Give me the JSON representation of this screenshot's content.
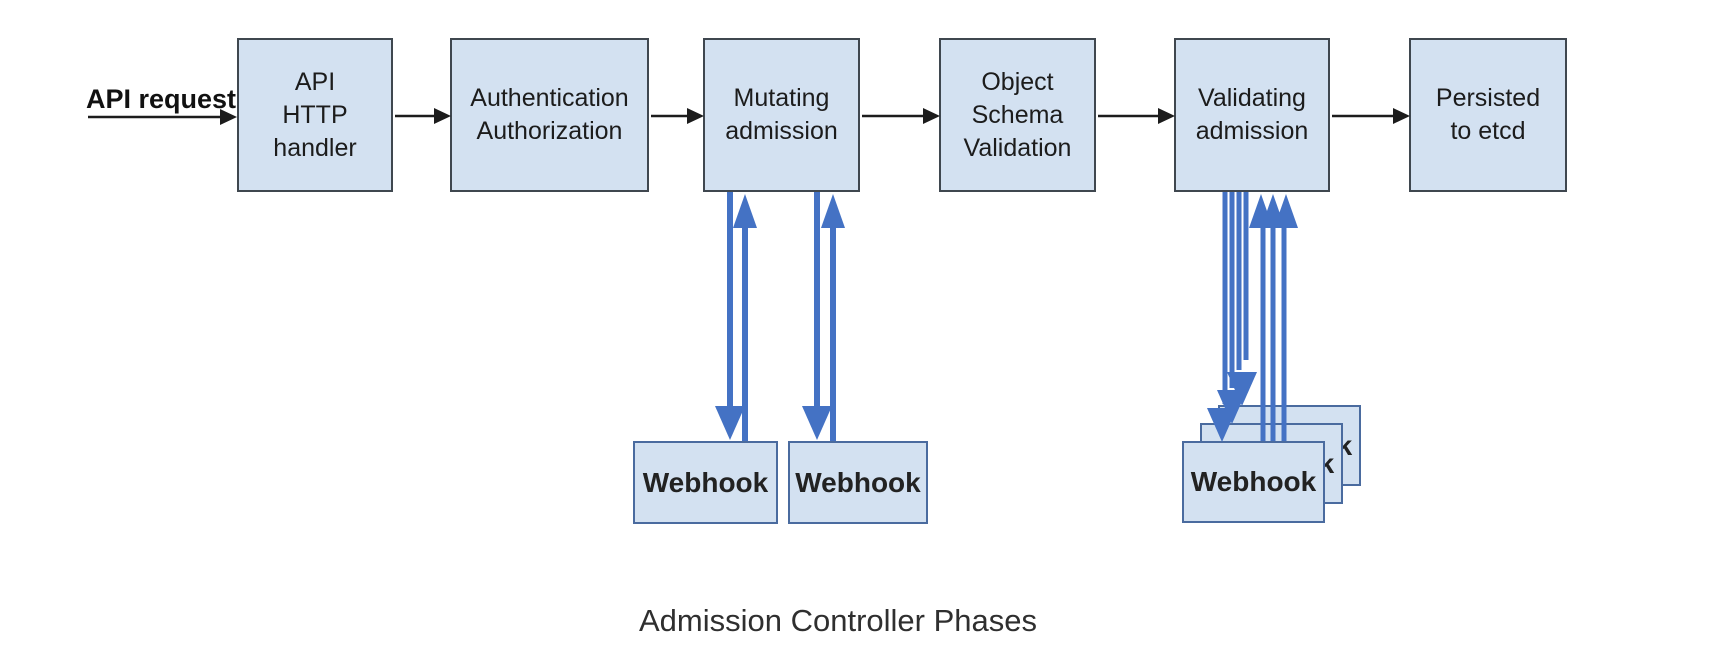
{
  "colors": {
    "box-fill": "#d3e1f1",
    "box-border": "#3f474f",
    "webhook-border": "#4a6b9f",
    "arrow": "#1c1c1c",
    "blue": "#4472c4",
    "text": "#1c1c1c",
    "caption": "#2f2f2f"
  },
  "diagram": {
    "input_label": "API request",
    "stages": [
      {
        "label": "API\nHTTP\nhandler"
      },
      {
        "label": "Authentication\nAuthorization"
      },
      {
        "label": "Mutating\nadmission"
      },
      {
        "label": "Object\nSchema\nValidation"
      },
      {
        "label": "Validating\nadmission"
      },
      {
        "label": "Persisted\nto etcd"
      }
    ],
    "webhooks": {
      "mutating": [
        {
          "label": "Webhook"
        },
        {
          "label": "Webhook"
        }
      ],
      "validating_stack": [
        {
          "label": "Webhook"
        },
        {
          "label": "Webhook"
        },
        {
          "label": "Webhook"
        }
      ]
    },
    "caption": "Admission Controller Phases"
  }
}
